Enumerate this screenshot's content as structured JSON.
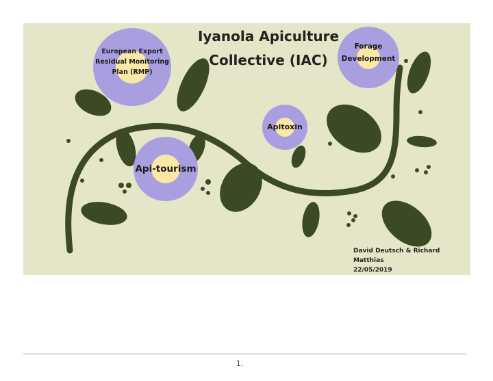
{
  "slide": {
    "title_line1": "Iyanola Apiculture",
    "title_line2": "Collective (IAC)",
    "nodes": {
      "rmp": {
        "line1": "European Export",
        "line2": "Residual Monitoring",
        "line3": "Plan (RMP)"
      },
      "forage": {
        "line1": "Forage",
        "line2": "Development"
      },
      "apitoxin": {
        "label": "Apitoxin"
      },
      "apitourism": {
        "label": "Api-tourism"
      }
    },
    "authors": "David Deutsch & Richard Matthias",
    "date": "22/05/2019"
  },
  "footer": {
    "page_number": "1."
  },
  "colors": {
    "background": "#e4e6c7",
    "vine": "#3b4a25",
    "flower_outer": "#a99ee0",
    "flower_center": "#fbe7a6"
  }
}
